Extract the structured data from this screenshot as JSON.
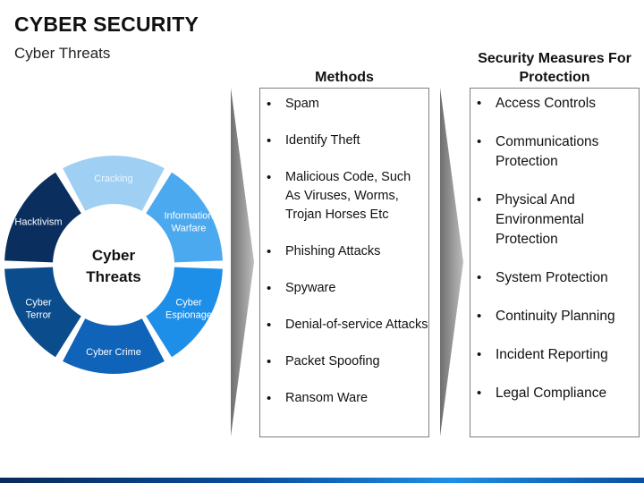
{
  "slide": {
    "title": "CYBER SECURITY",
    "subtitle": "Cyber Threats"
  },
  "wheel": {
    "center_line1": "Cyber",
    "center_line2": "Threats",
    "segments": [
      {
        "lines": [
          "Cracking"
        ],
        "color": "#9fd0f3",
        "text_color": "#eaf5ff"
      },
      {
        "lines": [
          "Information",
          "Warfare"
        ],
        "color": "#4ba9ef",
        "text_color": "#ffffff"
      },
      {
        "lines": [
          "Cyber",
          "Espionage"
        ],
        "color": "#1e8fe8",
        "text_color": "#ffffff"
      },
      {
        "lines": [
          "Cyber Crime"
        ],
        "color": "#0f63b8",
        "text_color": "#ffffff"
      },
      {
        "lines": [
          "Cyber",
          "Terror"
        ],
        "color": "#0b4c8c",
        "text_color": "#ffffff"
      },
      {
        "lines": [
          "Hacktivism"
        ],
        "color": "#0a2f5e",
        "text_color": "#ffffff"
      }
    ]
  },
  "methods": {
    "heading": "Methods",
    "items": [
      "Spam",
      "Identify Theft",
      "Malicious Code, Such As Viruses, Worms, Trojan Horses Etc",
      "Phishing Attacks",
      "Spyware",
      "Denial-of-service Attacks",
      "Packet Spoofing",
      "Ransom Ware"
    ]
  },
  "protection": {
    "heading_line1": "Security Measures For",
    "heading_line2": "Protection",
    "items": [
      "Access Controls",
      "Communications Protection",
      "Physical And Environmental Protection",
      "System Protection",
      "Continuity Planning",
      "Incident Reporting",
      "Legal Compliance"
    ]
  }
}
